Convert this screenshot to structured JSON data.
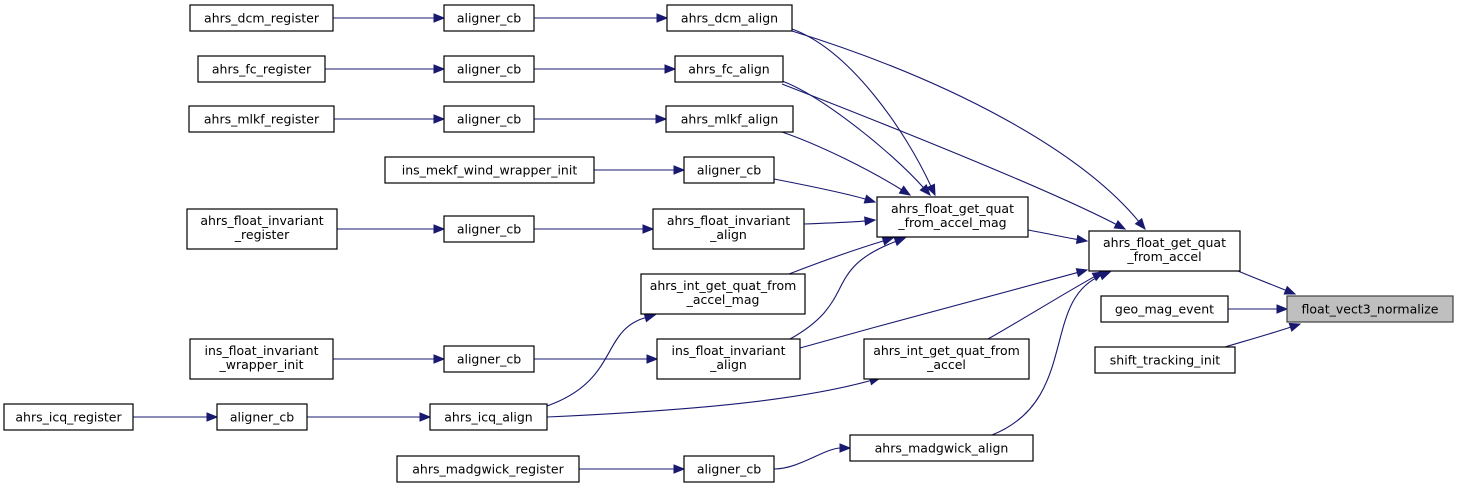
{
  "diagram": {
    "type": "call-graph",
    "title": "float_vect3_normalize caller graph",
    "colors": {
      "edge": "#191970",
      "node_border": "#000000",
      "node_fill": "#ffffff",
      "root_fill": "#bfbfbf"
    },
    "nodes": [
      {
        "id": "n_dcm_reg",
        "lines": [
          "ahrs_dcm_register"
        ]
      },
      {
        "id": "n_cb1",
        "lines": [
          "aligner_cb"
        ]
      },
      {
        "id": "n_dcm_align",
        "lines": [
          "ahrs_dcm_align"
        ]
      },
      {
        "id": "n_fc_reg",
        "lines": [
          "ahrs_fc_register"
        ]
      },
      {
        "id": "n_cb2",
        "lines": [
          "aligner_cb"
        ]
      },
      {
        "id": "n_fc_align",
        "lines": [
          "ahrs_fc_align"
        ]
      },
      {
        "id": "n_mlkf_reg",
        "lines": [
          "ahrs_mlkf_register"
        ]
      },
      {
        "id": "n_cb3",
        "lines": [
          "aligner_cb"
        ]
      },
      {
        "id": "n_mlkf_align",
        "lines": [
          "ahrs_mlkf_align"
        ]
      },
      {
        "id": "n_mekf_init",
        "lines": [
          "ins_mekf_wind_wrapper_init"
        ]
      },
      {
        "id": "n_cb4",
        "lines": [
          "aligner_cb"
        ]
      },
      {
        "id": "n_finv_reg",
        "lines": [
          "ahrs_float_invariant",
          "_register"
        ]
      },
      {
        "id": "n_cb5",
        "lines": [
          "aligner_cb"
        ]
      },
      {
        "id": "n_finv_align",
        "lines": [
          "ahrs_float_invariant",
          "_align"
        ]
      },
      {
        "id": "n_fq_accmag",
        "lines": [
          "ahrs_float_get_quat",
          "_from_accel_mag"
        ]
      },
      {
        "id": "n_iq_accmag",
        "lines": [
          "ahrs_int_get_quat_from",
          "_accel_mag"
        ]
      },
      {
        "id": "n_insinv_init",
        "lines": [
          "ins_float_invariant",
          "_wrapper_init"
        ]
      },
      {
        "id": "n_cb6",
        "lines": [
          "aligner_cb"
        ]
      },
      {
        "id": "n_insinv_align",
        "lines": [
          "ins_float_invariant",
          "_align"
        ]
      },
      {
        "id": "n_fq_acc",
        "lines": [
          "ahrs_float_get_quat",
          "_from_accel"
        ]
      },
      {
        "id": "n_iq_acc",
        "lines": [
          "ahrs_int_get_quat_from",
          "_accel"
        ]
      },
      {
        "id": "n_geo_mag",
        "lines": [
          "geo_mag_event"
        ]
      },
      {
        "id": "n_root",
        "lines": [
          "float_vect3_normalize"
        ],
        "root": true
      },
      {
        "id": "n_shift",
        "lines": [
          "shift_tracking_init"
        ]
      },
      {
        "id": "n_icq_reg",
        "lines": [
          "ahrs_icq_register"
        ]
      },
      {
        "id": "n_cb7",
        "lines": [
          "aligner_cb"
        ]
      },
      {
        "id": "n_icq_align",
        "lines": [
          "ahrs_icq_align"
        ]
      },
      {
        "id": "n_madg_align",
        "lines": [
          "ahrs_madgwick_align"
        ]
      },
      {
        "id": "n_madg_reg",
        "lines": [
          "ahrs_madgwick_register"
        ]
      },
      {
        "id": "n_cb8",
        "lines": [
          "aligner_cb"
        ]
      }
    ],
    "edges": [
      {
        "from": "n_dcm_reg",
        "to": "n_cb1"
      },
      {
        "from": "n_cb1",
        "to": "n_dcm_align"
      },
      {
        "from": "n_fc_reg",
        "to": "n_cb2"
      },
      {
        "from": "n_cb2",
        "to": "n_fc_align"
      },
      {
        "from": "n_mlkf_reg",
        "to": "n_cb3"
      },
      {
        "from": "n_cb3",
        "to": "n_mlkf_align"
      },
      {
        "from": "n_mekf_init",
        "to": "n_cb4"
      },
      {
        "from": "n_finv_reg",
        "to": "n_cb5"
      },
      {
        "from": "n_cb5",
        "to": "n_finv_align"
      },
      {
        "from": "n_insinv_init",
        "to": "n_cb6"
      },
      {
        "from": "n_cb6",
        "to": "n_insinv_align"
      },
      {
        "from": "n_icq_reg",
        "to": "n_cb7"
      },
      {
        "from": "n_cb7",
        "to": "n_icq_align"
      },
      {
        "from": "n_madg_reg",
        "to": "n_cb8"
      },
      {
        "from": "n_cb8",
        "to": "n_madg_align"
      },
      {
        "from": "n_dcm_align",
        "to": "n_fq_accmag"
      },
      {
        "from": "n_fc_align",
        "to": "n_fq_accmag"
      },
      {
        "from": "n_mlkf_align",
        "to": "n_fq_accmag"
      },
      {
        "from": "n_cb4",
        "to": "n_fq_accmag"
      },
      {
        "from": "n_finv_align",
        "to": "n_fq_accmag"
      },
      {
        "from": "n_iq_accmag",
        "to": "n_fq_accmag"
      },
      {
        "from": "n_insinv_align",
        "to": "n_fq_accmag"
      },
      {
        "from": "n_icq_align",
        "to": "n_iq_accmag"
      },
      {
        "from": "n_icq_align",
        "to": "n_iq_acc"
      },
      {
        "from": "n_dcm_align",
        "to": "n_fq_acc"
      },
      {
        "from": "n_fc_align",
        "to": "n_fq_acc"
      },
      {
        "from": "n_fq_accmag",
        "to": "n_fq_acc"
      },
      {
        "from": "n_insinv_align",
        "to": "n_fq_acc"
      },
      {
        "from": "n_iq_acc",
        "to": "n_fq_acc"
      },
      {
        "from": "n_madg_align",
        "to": "n_fq_acc"
      },
      {
        "from": "n_fq_acc",
        "to": "n_root"
      },
      {
        "from": "n_geo_mag",
        "to": "n_root"
      },
      {
        "from": "n_shift",
        "to": "n_root"
      }
    ]
  }
}
